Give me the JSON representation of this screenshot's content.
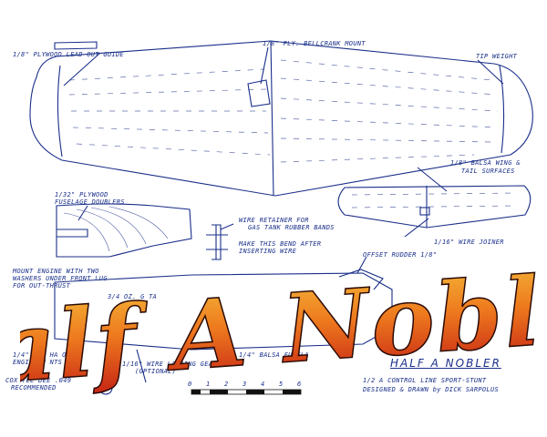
{
  "colors": {
    "ink": "#1a2f8a",
    "logo_top": "#f4b93a",
    "logo_mid": "#ee7a1e",
    "logo_bottom": "#c41f14",
    "logo_outline": "#2a0a05"
  },
  "labels": {
    "lead_out_guide": "1/8\" PLYWOOD LEAD-OUT GUIDE",
    "bellcrank_mount": "1/8\" PLY. BELLCRANK MOUNT",
    "tip_weight": "TIP WEIGHT",
    "balsa_wing_1": "1/8\" BALSA WING &",
    "balsa_wing_2": "TAIL SURFACES",
    "fuselage_doublers_1": "1/32\" PLYWOOD",
    "fuselage_doublers_2": "FUSELAGE DOUBLERS",
    "wire_retainer_1": "WIRE RETAINER FOR",
    "wire_retainer_2": "GAS TANK RUBBER BANDS",
    "make_bend_1": "MAKE THIS BEND AFTER",
    "make_bend_2": "INSERTING WIRE",
    "wire_joiner": "1/16\" WIRE JOINER",
    "offset_rudder": "OFFSET RUDDER 1/8\"",
    "mount_engine_1": "MOUNT ENGINE WITH TWO",
    "mount_engine_2": "WASHERS UNDER FRONT LUG",
    "mount_engine_3": "FOR OUT-THRUST",
    "tank": "3/4 OZ. G  TA",
    "engine_mounts_1": "1/4\" SQ. HA  OOD",
    "engine_mounts_2": "ENGINE M  NTS",
    "landing_gear_1": "1/16\" WIRE LANDING GEAR",
    "landing_gear_2": "(OPTIONAL)",
    "balsa_fuselage": "1/4\" BALSA FUSELA",
    "engine_1": "COX TEE DEE .049",
    "engine_2": "RECOMMENDED",
    "title": "HALF A NOBLER",
    "subtitle": "1/2 A CONTROL LINE SPORT-STUNT",
    "credit": "DESIGNED & DRAWN by DICK SARPOLUS"
  },
  "scale_bar": {
    "ticks": [
      "0",
      "1",
      "2",
      "3",
      "4",
      "5",
      "6"
    ]
  },
  "logo": {
    "text": "Half A Nobler"
  }
}
